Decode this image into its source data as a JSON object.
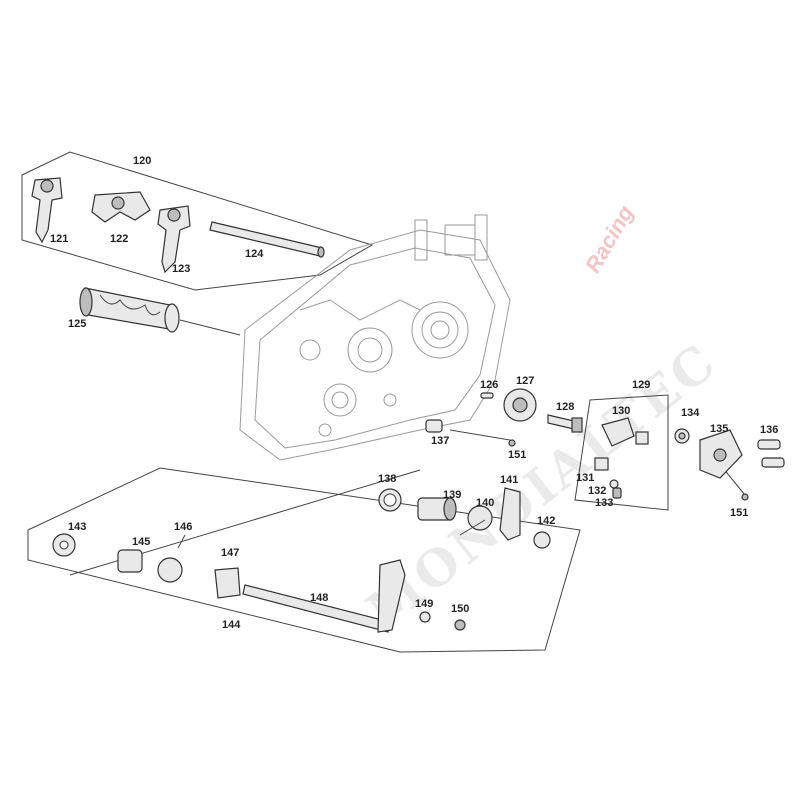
{
  "diagram": {
    "watermark": "MONDIALTEC",
    "watermark_accent": "Racing",
    "labels": {
      "l120": "120",
      "l121": "121",
      "l122": "122",
      "l123": "123",
      "l124": "124",
      "l125": "125",
      "l126": "126",
      "l127": "127",
      "l128": "128",
      "l129": "129",
      "l130": "130",
      "l131": "131",
      "l132": "132",
      "l133": "133",
      "l134": "134",
      "l135": "135",
      "l136": "136",
      "l137": "137",
      "l138": "138",
      "l139": "139",
      "l140": "140",
      "l141": "141",
      "l142": "142",
      "l143": "143",
      "l144": "144",
      "l145": "145",
      "l146": "146",
      "l147": "147",
      "l148": "148",
      "l149": "149",
      "l150": "150",
      "l151a": "151",
      "l151b": "151"
    }
  }
}
